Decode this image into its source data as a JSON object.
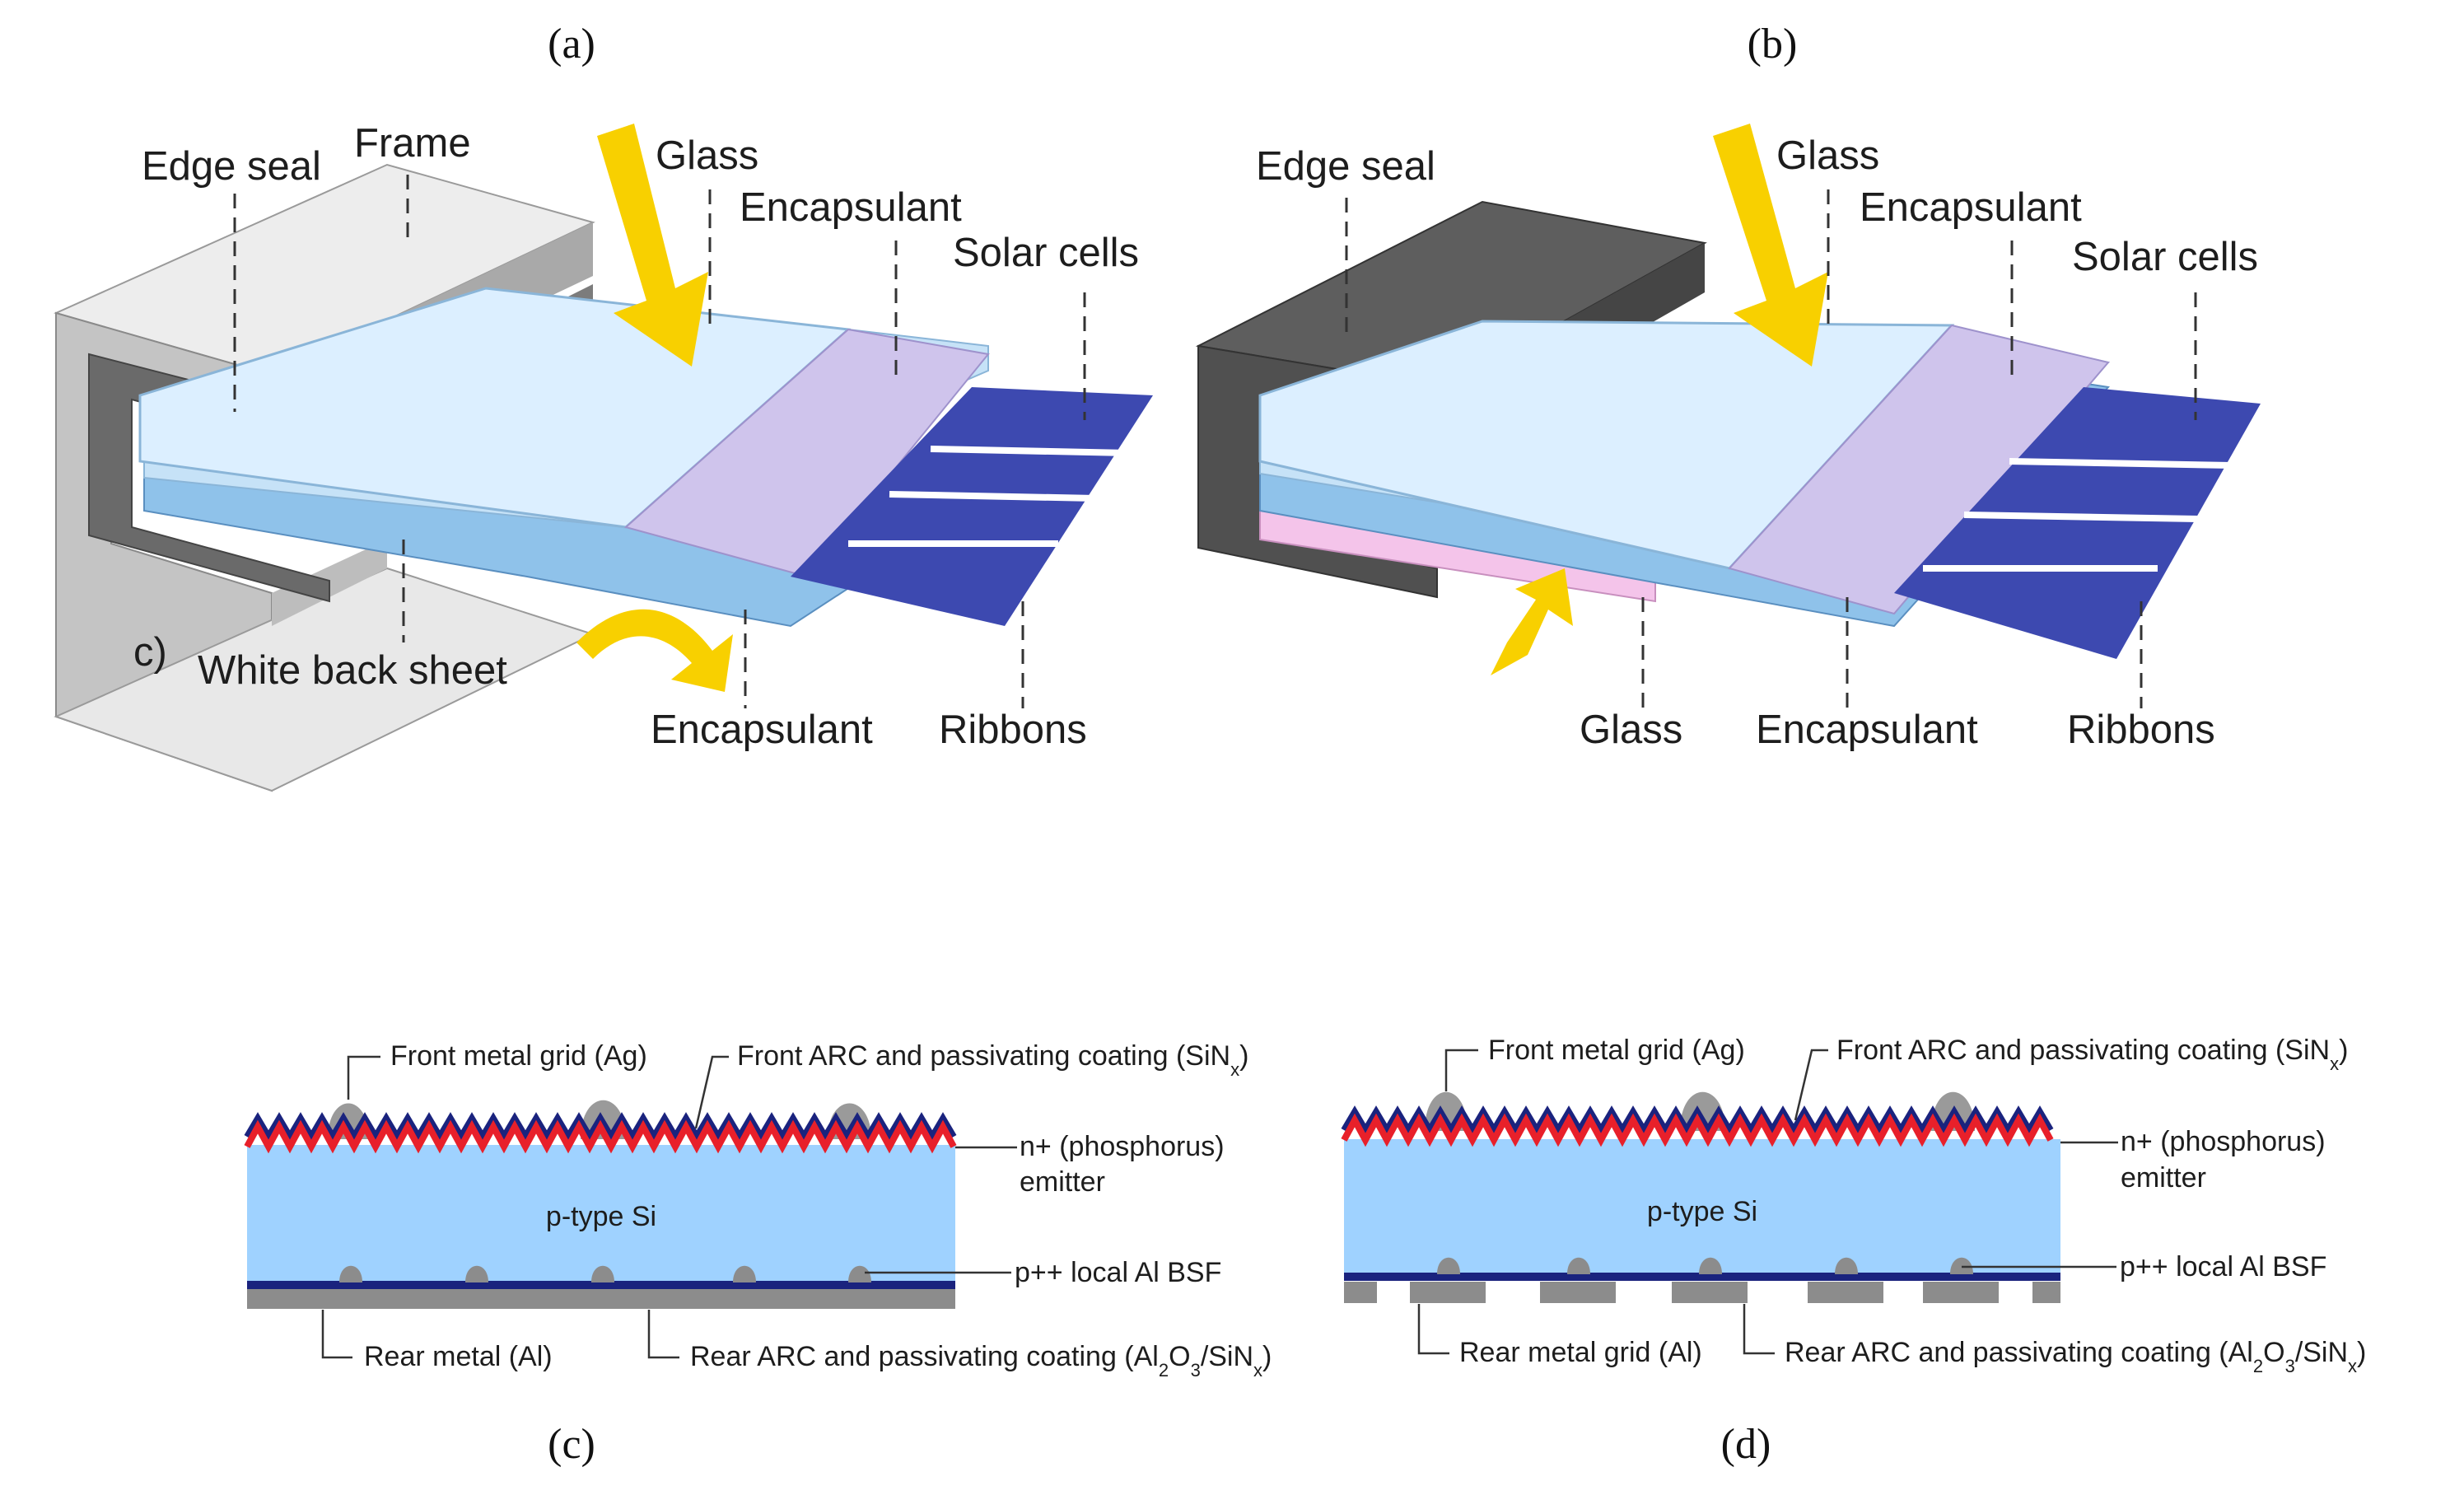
{
  "panels": {
    "a": {
      "caption": "(a)",
      "labels": {
        "edge_seal": "Edge seal",
        "frame": "Frame",
        "glass": "Glass",
        "encapsulant_top": "Encapsulant",
        "solar_cells": "Solar cells",
        "stray_marker": "c)",
        "white_back_sheet": "White back sheet",
        "encapsulant_bottom": "Encapsulant",
        "ribbons": "Ribbons"
      }
    },
    "b": {
      "caption": "(b)",
      "labels": {
        "edge_seal": "Edge seal",
        "glass_top": "Glass",
        "encapsulant_top": "Encapsulant",
        "solar_cells": "Solar cells",
        "glass_bottom": "Glass",
        "encapsulant_bottom": "Encapsulant",
        "ribbons": "Ribbons"
      }
    },
    "c": {
      "caption": "(c)",
      "labels": {
        "front_grid": "Front metal grid (Ag)",
        "front_arc_prefix": "Front ARC and passivating coating (SiN",
        "front_arc_sub": "x",
        "front_arc_suffix": ")",
        "emitter_line1": "n+ (phosphorus)",
        "emitter_line2": "emitter",
        "bulk": "p-type Si",
        "bsf": "p++ local Al BSF",
        "rear_metal": "Rear metal (Al)",
        "rear_arc_prefix": "Rear ARC and passivating coating (Al",
        "rear_arc_sub1": "2",
        "rear_arc_mid1": "O",
        "rear_arc_sub2": "3",
        "rear_arc_mid2": "/SiN",
        "rear_arc_sub3": "x",
        "rear_arc_suffix": ")"
      }
    },
    "d": {
      "caption": "(d)",
      "labels": {
        "front_grid": "Front metal grid (Ag)",
        "front_arc_prefix": "Front ARC and passivating coating (SiN",
        "front_arc_sub": "x",
        "front_arc_suffix": ")",
        "emitter_line1": "n+ (phosphorus)",
        "emitter_line2": "emitter",
        "bulk": "p-type Si",
        "bsf": "p++ local Al BSF",
        "rear_metal": "Rear metal grid (Al)",
        "rear_arc_prefix": "Rear ARC and passivating coating (Al",
        "rear_arc_sub1": "2",
        "rear_arc_mid1": "O",
        "rear_arc_sub2": "3",
        "rear_arc_mid2": "/SiN",
        "rear_arc_sub3": "x",
        "rear_arc_suffix": ")"
      }
    }
  },
  "colors": {
    "frame_light": "#e6e6e6",
    "frame_mid": "#c9c9c9",
    "frame_dark": "#8a8a8a",
    "edge_seal": "#5a5a5a",
    "glass": "#d8ecfa",
    "encapsulant": "#cfc4ec",
    "cells": "#3a44a8",
    "backsheet_blue": "#8fc2ea",
    "glass_pink": "#f4c4ea",
    "arrow": "#f8d000",
    "silicon": "#9fd2ff",
    "arc_blue": "#1a237e",
    "emitter_red": "#e8202a",
    "metal_grey": "#8c8c8c"
  }
}
